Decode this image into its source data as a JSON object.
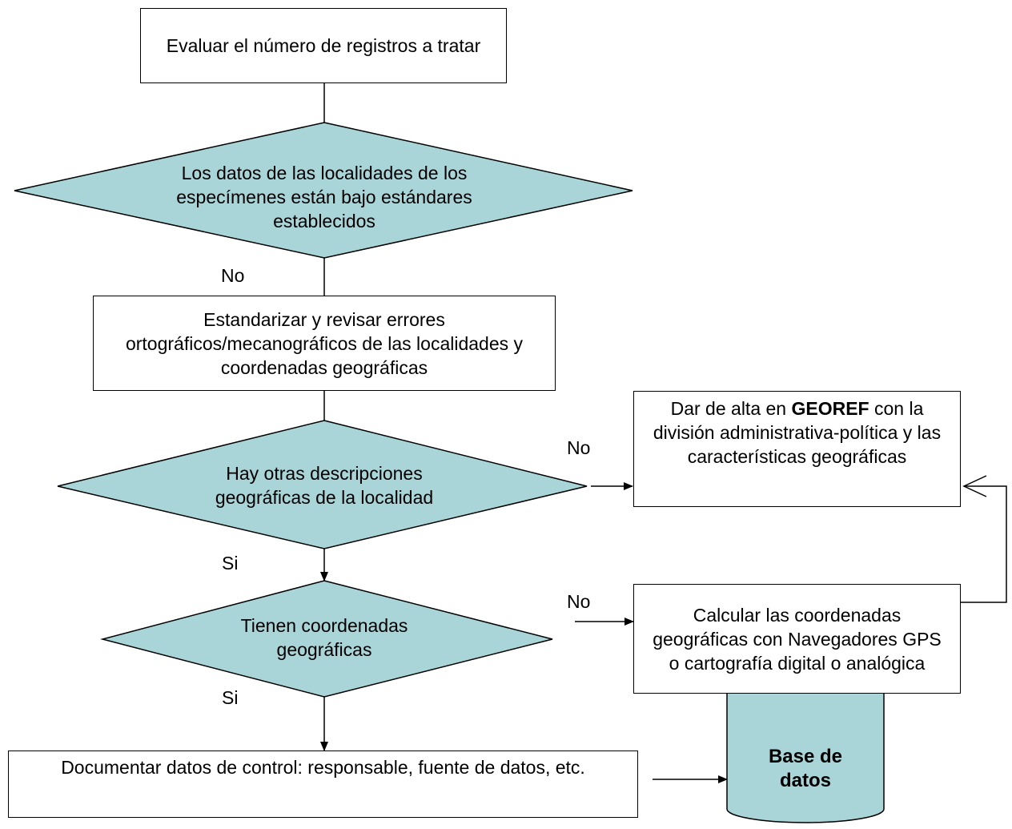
{
  "nodes": {
    "evaluar": "Evaluar el número de registros a tratar",
    "datos_estandares": "Los datos de las localidades de los especímenes están bajo estándares establecidos",
    "estandarizar": "Estandarizar y revisar errores ortográficos/mecanográficos de las localidades y coordenadas geográficas",
    "otras_descripciones": "Hay otras descripciones geográficas de la localidad",
    "tienen_coordenadas": "Tienen coordenadas geográficas",
    "georef_pre": "Dar de alta en ",
    "georef_bold": "GEOREF",
    "georef_post": " con la división administrativa-política y las características geográficas",
    "calcular": "Calcular las coordenadas geográficas con Navegadores GPS o cartografía digital o analógica",
    "documentar": "Documentar datos de control: responsable, fuente de datos, etc.",
    "base_datos": "Base de datos"
  },
  "edge_labels": {
    "no_1": "No",
    "no_2": "No",
    "no_3": "No",
    "si_1": "Si",
    "si_2": "Si"
  },
  "colors": {
    "diamond_fill": "#A9D4D8",
    "cylinder_fill": "#A9D4D8",
    "stroke": "#000000"
  }
}
